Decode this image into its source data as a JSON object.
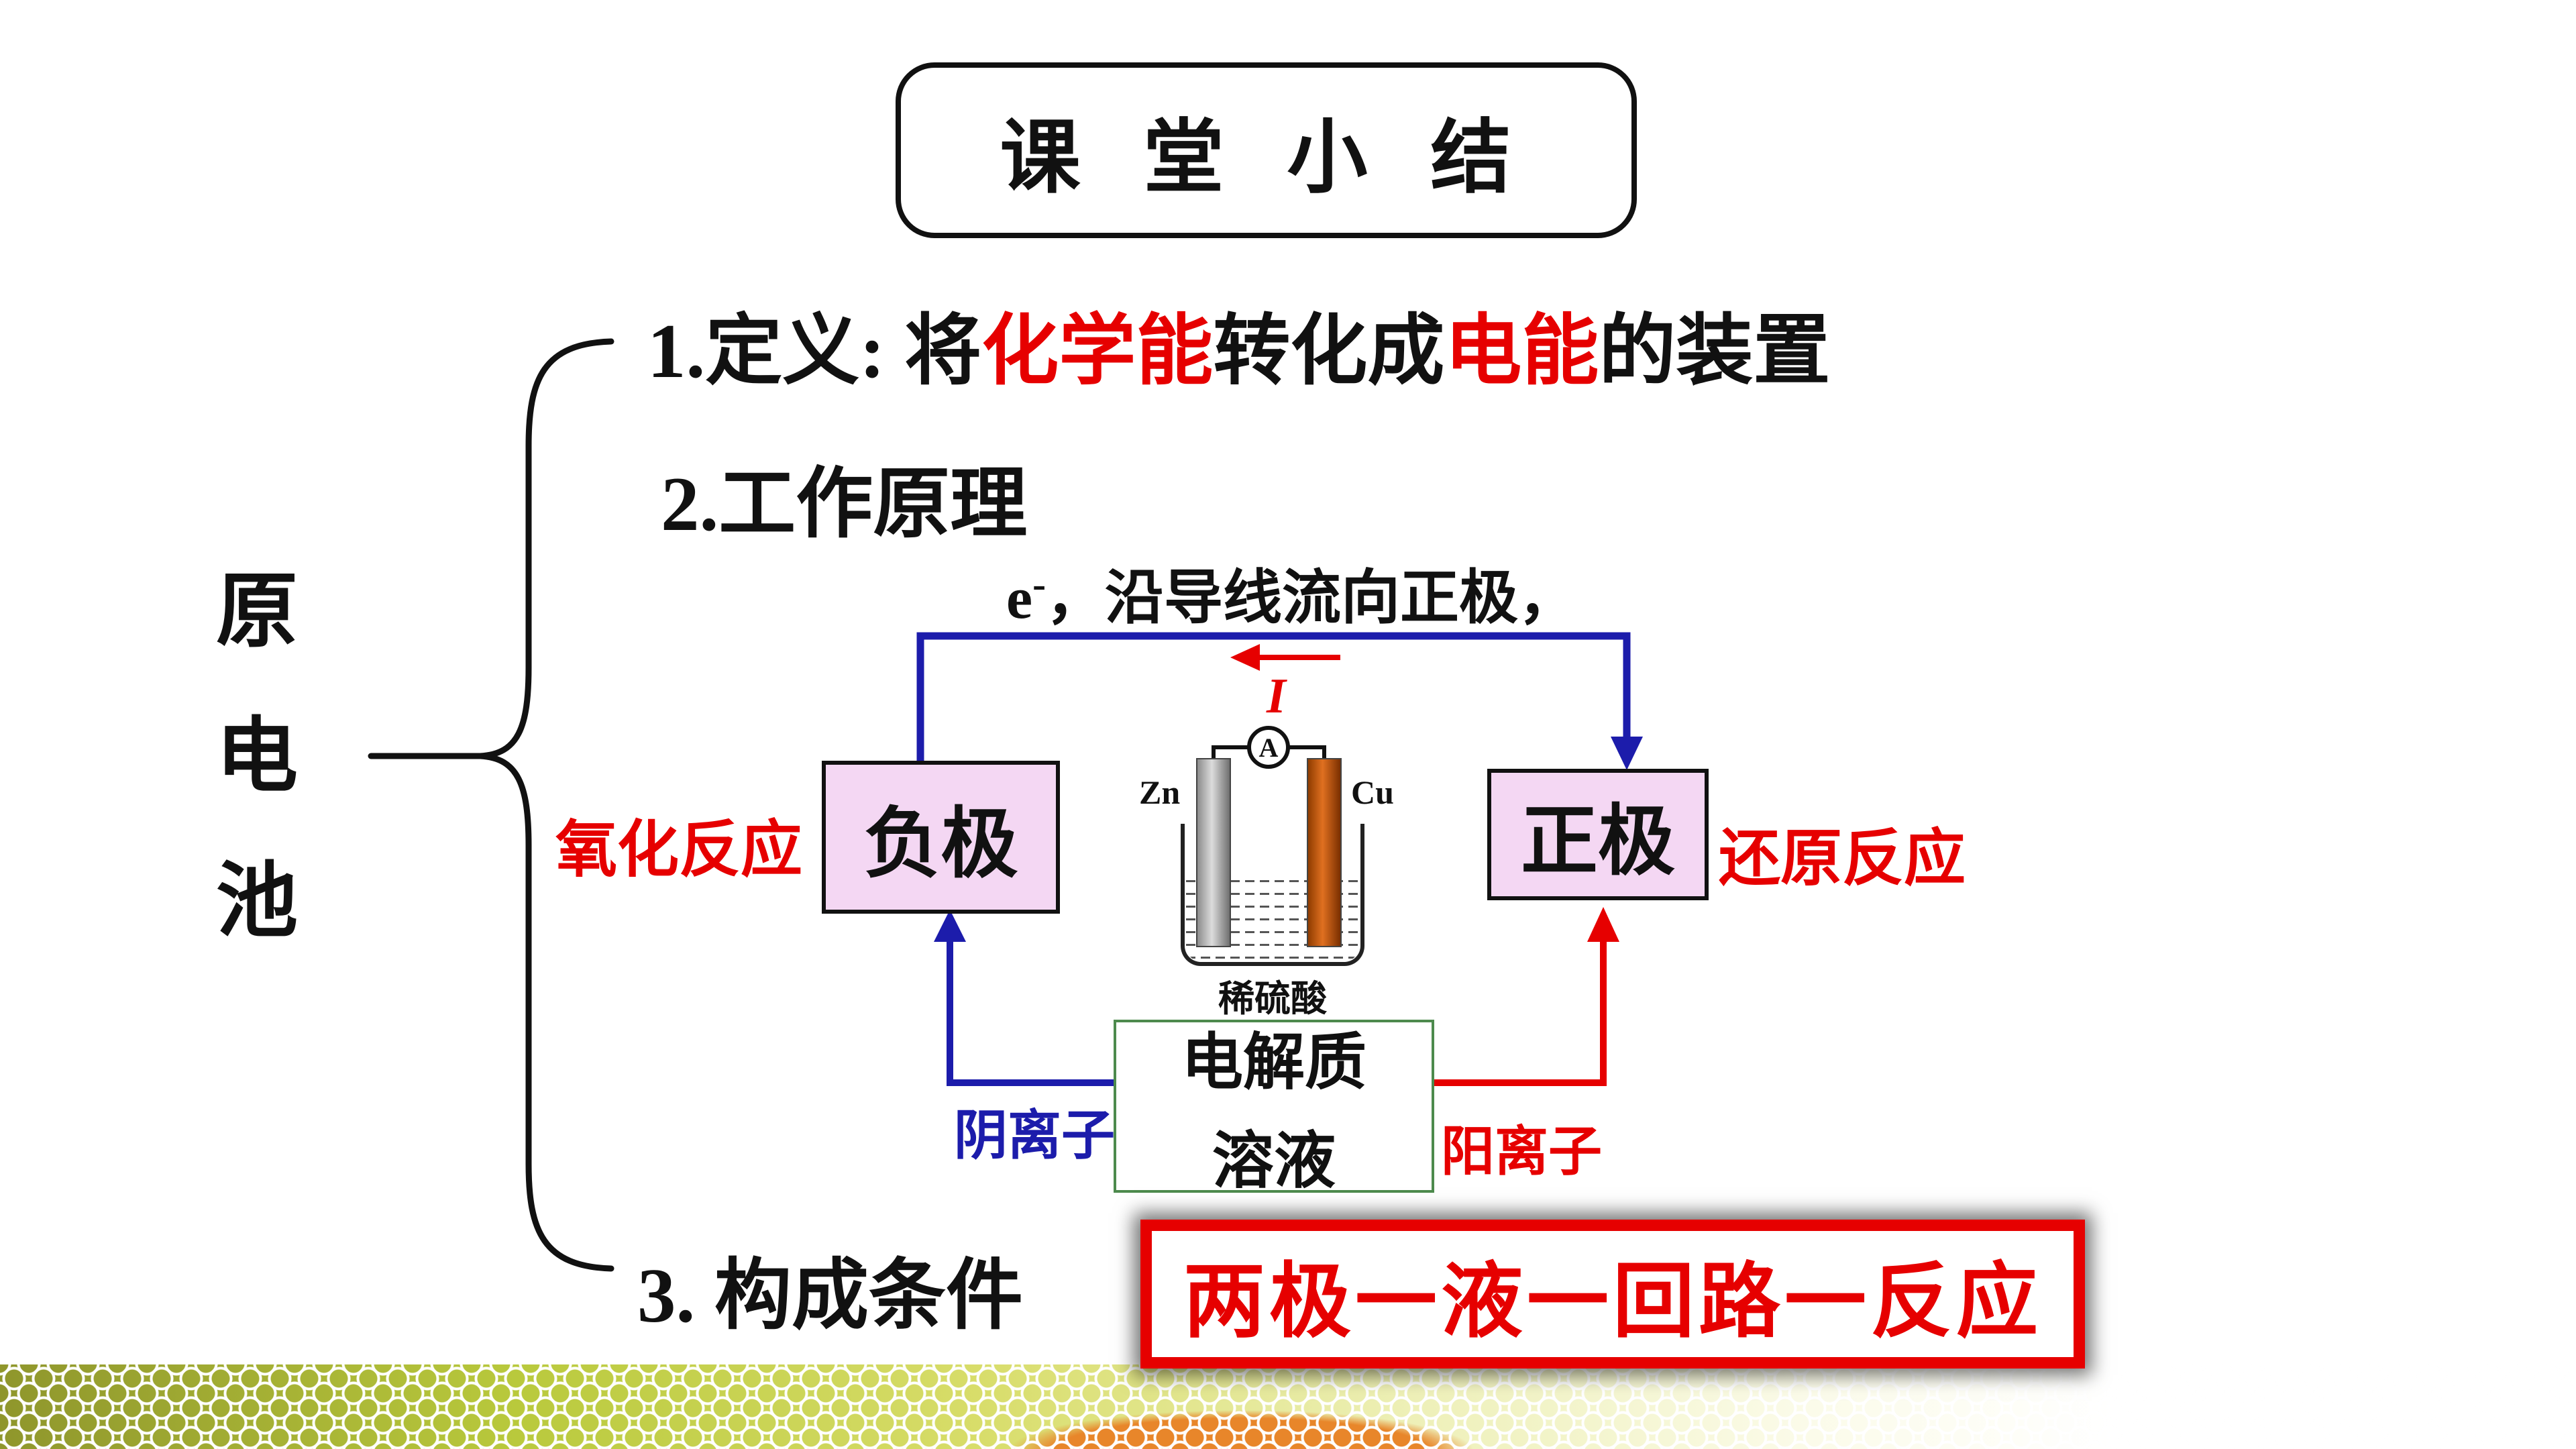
{
  "title": "课 堂 小 结",
  "topic": {
    "chars": [
      "原",
      "电",
      "池"
    ]
  },
  "outline": {
    "item1": {
      "lead": "1.定义: 将",
      "highlight1": "化学能",
      "mid": "转化成",
      "highlight2": "电能",
      "tail": "的装置"
    },
    "item2": "2.工作原理",
    "item3": "3. 构成条件"
  },
  "circuit": {
    "electron_base": "e",
    "electron_sup": "-",
    "electron_rest": "，沿导线流向正极，",
    "current_symbol": "I",
    "oxidation": "氧化反应",
    "negative_electrode": "负极",
    "positive_electrode": "正极",
    "reduction": "还原反应",
    "anode_metal": "Zn",
    "cathode_metal": "Cu",
    "ammeter": "A",
    "acid": "稀硫酸",
    "electrolyte_line1": "电解质",
    "electrolyte_line2": "溶液",
    "anion": "阴离子",
    "cation": "阳离子"
  },
  "conclusion": "两极一液一回路一反应",
  "colors": {
    "red": "#e60000",
    "blue": "#1c1cab",
    "electrode_box_fill": "#f4d7f3",
    "electrolyte_border": "#4d8a4d"
  }
}
